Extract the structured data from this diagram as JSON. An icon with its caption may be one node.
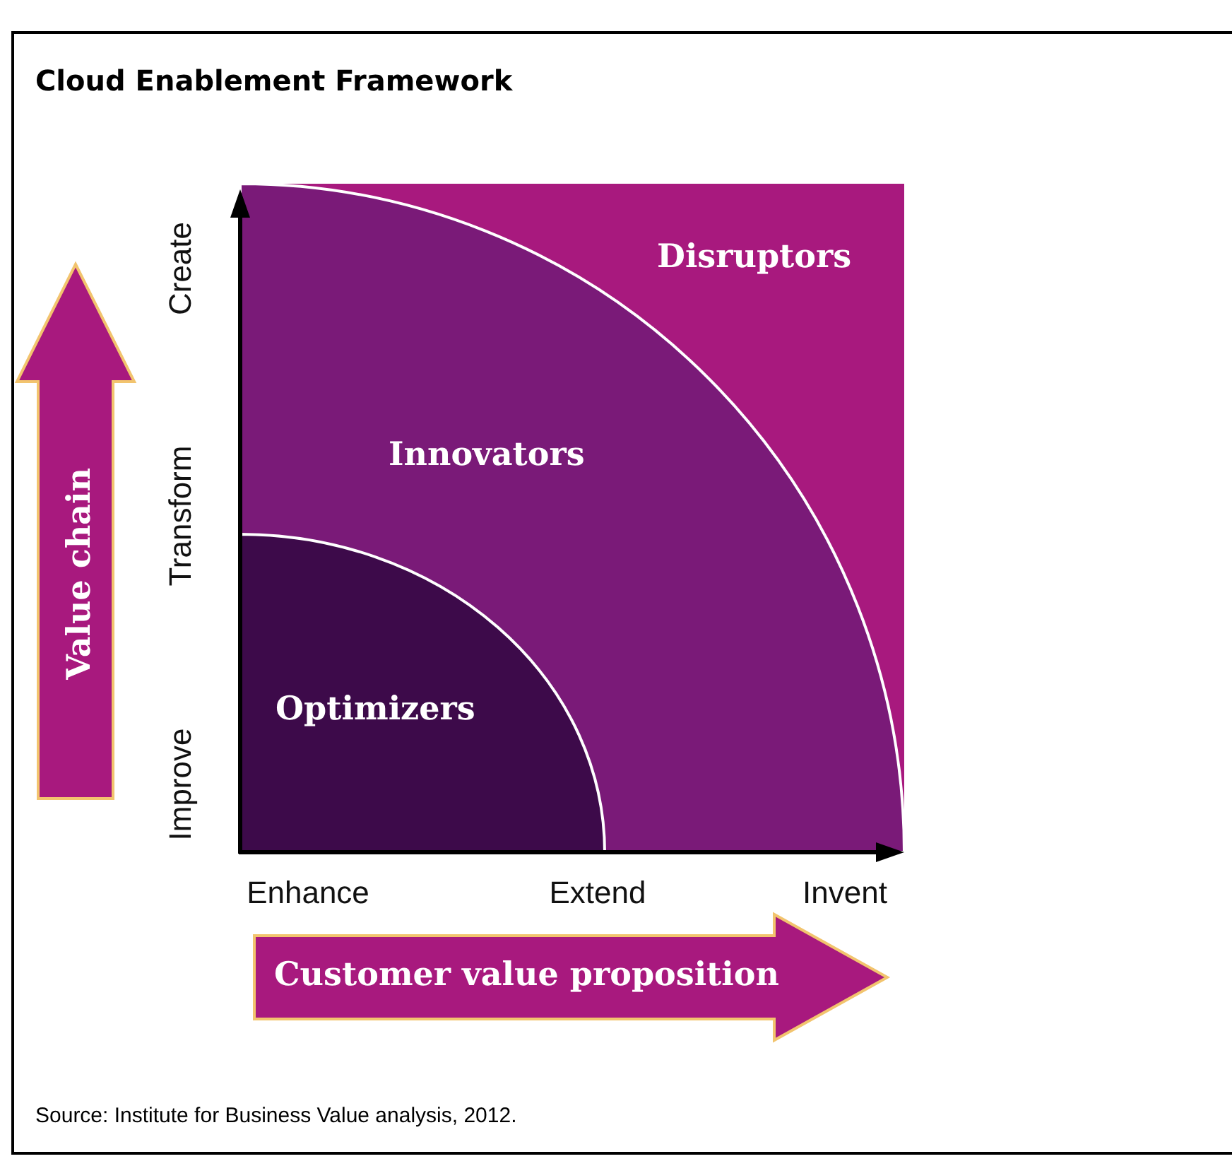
{
  "diagram": {
    "title": "Cloud Enablement Framework",
    "caption": "Source: Institute for Business Value analysis, 2012.",
    "nodes": [
      {
        "text": [
          "Disruptors"
        ]
      },
      {
        "text": [
          "Innovators"
        ],
        "in": 0
      },
      {
        "text": [
          "Optimizers"
        ],
        "in": 1
      },
      {
        "text": [
          "Value chain"
        ]
      },
      {
        "text": [
          "Customer value proposition"
        ]
      }
    ],
    "labels": [
      "Create",
      "Transform",
      "Improve",
      "Enhance",
      "Extend",
      "Invent"
    ]
  }
}
